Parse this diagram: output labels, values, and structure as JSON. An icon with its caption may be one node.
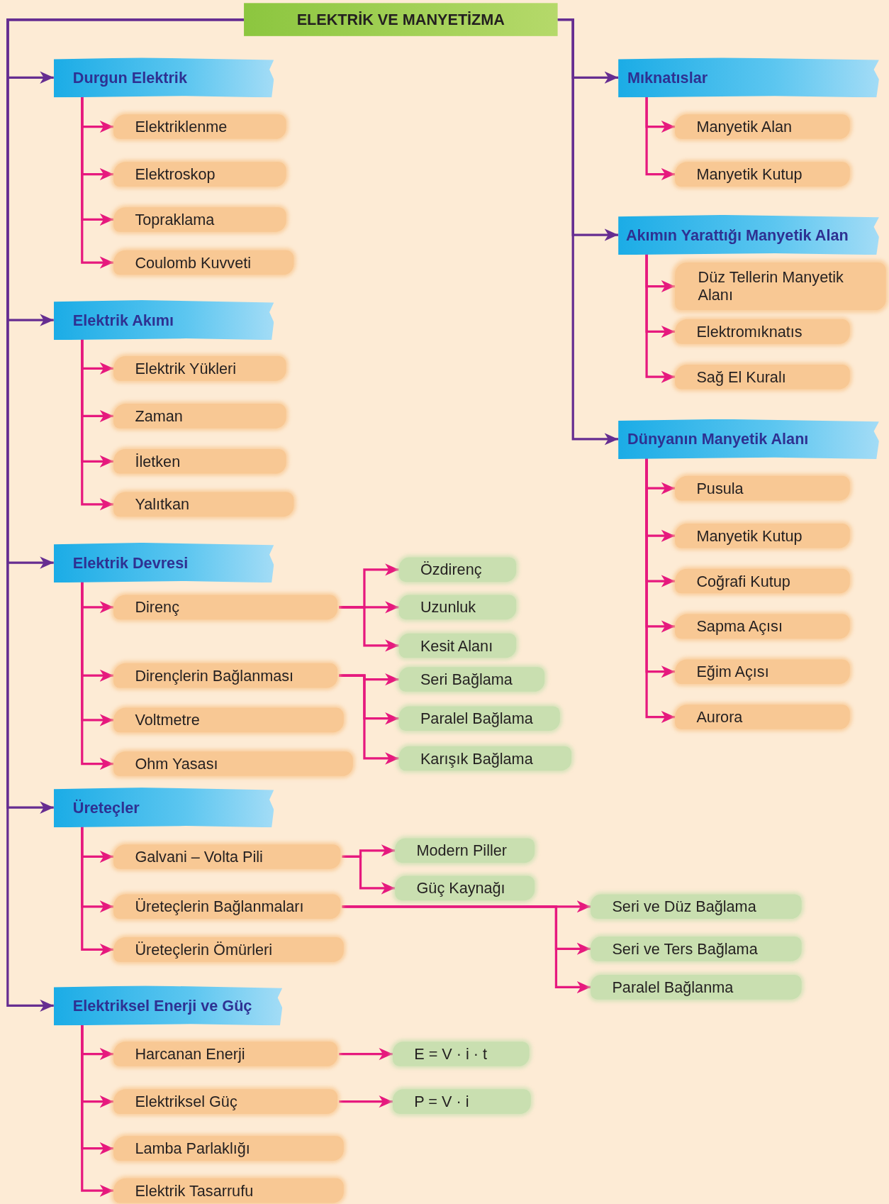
{
  "diagram": {
    "nodes": [
      {
        "text": [
          "ELEKTRİK VE MANYETİZMA"
        ]
      },
      {
        "text": [
          "Durgun Elektrik"
        ]
      },
      {
        "text": [
          "Elektriklenme"
        ]
      },
      {
        "text": [
          "Elektroskop"
        ]
      },
      {
        "text": [
          "Topraklama"
        ]
      },
      {
        "text": [
          "Coulomb Kuvveti"
        ]
      },
      {
        "text": [
          "Elektrik Akımı"
        ]
      },
      {
        "text": [
          "Elektrik Yükleri"
        ]
      },
      {
        "text": [
          "Zaman"
        ]
      },
      {
        "text": [
          "İletken"
        ]
      },
      {
        "text": [
          "Yalıtkan"
        ]
      },
      {
        "text": [
          "Elektrik Devresi"
        ]
      },
      {
        "text": [
          "Direnç"
        ]
      },
      {
        "text": [
          "Özdirenç"
        ]
      },
      {
        "text": [
          "Uzunluk"
        ]
      },
      {
        "text": [
          "Kesit Alanı"
        ]
      },
      {
        "text": [
          "Dirençlerin Bağlanması"
        ]
      },
      {
        "text": [
          "Seri Bağlama"
        ]
      },
      {
        "text": [
          "Paralel Bağlama"
        ]
      },
      {
        "text": [
          "Karışık Bağlama"
        ]
      },
      {
        "text": [
          "Voltmetre"
        ]
      },
      {
        "text": [
          "Ohm Yasası"
        ]
      },
      {
        "text": [
          "Üreteçler"
        ]
      },
      {
        "text": [
          "Galvani – Volta Pili"
        ]
      },
      {
        "text": [
          "Modern Piller"
        ]
      },
      {
        "text": [
          "Güç Kaynağı"
        ]
      },
      {
        "text": [
          "Üreteçlerin Bağlanmaları"
        ]
      },
      {
        "text": [
          "Seri ve Düz Bağlama"
        ]
      },
      {
        "text": [
          "Seri ve Ters Bağlama"
        ]
      },
      {
        "text": [
          "Paralel Bağlanma"
        ]
      },
      {
        "text": [
          "Üreteçlerin Ömürleri"
        ]
      },
      {
        "text": [
          "Elektriksel Enerji ve Güç"
        ]
      },
      {
        "text": [
          "Harcanan Enerji"
        ]
      },
      {
        "text": [
          "E = V · i · t"
        ]
      },
      {
        "text": [
          "Elektriksel Güç"
        ]
      },
      {
        "text": [
          "P = V · i"
        ]
      },
      {
        "text": [
          "Lamba Parlaklığı"
        ]
      },
      {
        "text": [
          "Elektrik Tasarrufu"
        ]
      },
      {
        "text": [
          "Mıknatıslar"
        ]
      },
      {
        "text": [
          "Manyetik Alan"
        ]
      },
      {
        "text": [
          "Manyetik Kutup"
        ]
      },
      {
        "text": [
          "Akımın Yarattığı Manyetik Alan"
        ]
      },
      {
        "text": [
          "Düz Tellerin Manyetik Alanı"
        ]
      },
      {
        "text": [
          "Elektromıknatıs"
        ]
      },
      {
        "text": [
          "Sağ El Kuralı"
        ]
      },
      {
        "text": [
          "Dünyanın Manyetik Alanı"
        ]
      },
      {
        "text": [
          "Pusula"
        ]
      },
      {
        "text": [
          "Manyetik Kutup"
        ]
      },
      {
        "text": [
          "Coğrafi Kutup"
        ]
      },
      {
        "text": [
          "Sapma Açısı"
        ]
      },
      {
        "text": [
          "Eğim Açısı"
        ]
      },
      {
        "text": [
          "Aurora"
        ]
      }
    ],
    "edges": [
      {
        "from": 0,
        "to": 1,
        "arrow": "to",
        "color": "#662d91"
      },
      {
        "from": 0,
        "to": 6,
        "arrow": "to",
        "color": "#662d91"
      },
      {
        "from": 0,
        "to": 11,
        "arrow": "to",
        "color": "#662d91"
      },
      {
        "from": 0,
        "to": 22,
        "arrow": "to",
        "color": "#662d91"
      },
      {
        "from": 0,
        "to": 31,
        "arrow": "to",
        "color": "#662d91"
      },
      {
        "from": 0,
        "to": 38,
        "arrow": "to",
        "color": "#662d91"
      },
      {
        "from": 0,
        "to": 41,
        "arrow": "to",
        "color": "#662d91"
      },
      {
        "from": 0,
        "to": 45,
        "arrow": "to",
        "color": "#662d91"
      },
      {
        "from": 1,
        "to": 2,
        "arrow": "to"
      },
      {
        "from": 1,
        "to": 3,
        "arrow": "to"
      },
      {
        "from": 1,
        "to": 4,
        "arrow": "to"
      },
      {
        "from": 1,
        "to": 5,
        "arrow": "to"
      },
      {
        "from": 6,
        "to": 7,
        "arrow": "to"
      },
      {
        "from": 6,
        "to": 8,
        "arrow": "to"
      },
      {
        "from": 6,
        "to": 9,
        "arrow": "to"
      },
      {
        "from": 6,
        "to": 10,
        "arrow": "to"
      },
      {
        "from": 11,
        "to": 12,
        "arrow": "to"
      },
      {
        "from": 12,
        "to": 13,
        "arrow": "to"
      },
      {
        "from": 12,
        "to": 14,
        "arrow": "to"
      },
      {
        "from": 12,
        "to": 15,
        "arrow": "to"
      },
      {
        "from": 11,
        "to": 16,
        "arrow": "to"
      },
      {
        "from": 16,
        "to": 17,
        "arrow": "to"
      },
      {
        "from": 16,
        "to": 18,
        "arrow": "to"
      },
      {
        "from": 16,
        "to": 19,
        "arrow": "to"
      },
      {
        "from": 11,
        "to": 20,
        "arrow": "to"
      },
      {
        "from": 11,
        "to": 21,
        "arrow": "to"
      },
      {
        "from": 22,
        "to": 23,
        "arrow": "to"
      },
      {
        "from": 23,
        "to": 24,
        "arrow": "to"
      },
      {
        "from": 23,
        "to": 25,
        "arrow": "to"
      },
      {
        "from": 22,
        "to": 26,
        "arrow": "to"
      },
      {
        "from": 26,
        "to": 27,
        "arrow": "to"
      },
      {
        "from": 26,
        "to": 28,
        "arrow": "to"
      },
      {
        "from": 26,
        "to": 29,
        "arrow": "to"
      },
      {
        "from": 22,
        "to": 30,
        "arrow": "to"
      },
      {
        "from": 31,
        "to": 32,
        "arrow": "to"
      },
      {
        "from": 32,
        "to": 33,
        "arrow": "to"
      },
      {
        "from": 31,
        "to": 34,
        "arrow": "to"
      },
      {
        "from": 34,
        "to": 35,
        "arrow": "to"
      },
      {
        "from": 31,
        "to": 36,
        "arrow": "to"
      },
      {
        "from": 31,
        "to": 37,
        "arrow": "to"
      },
      {
        "from": 38,
        "to": 39,
        "arrow": "to"
      },
      {
        "from": 38,
        "to": 40,
        "arrow": "to"
      },
      {
        "from": 41,
        "to": 42,
        "arrow": "to"
      },
      {
        "from": 41,
        "to": 43,
        "arrow": "to"
      },
      {
        "from": 41,
        "to": 44,
        "arrow": "to"
      },
      {
        "from": 45,
        "to": 46,
        "arrow": "to"
      },
      {
        "from": 45,
        "to": 47,
        "arrow": "to"
      },
      {
        "from": 45,
        "to": 48,
        "arrow": "to"
      },
      {
        "from": 45,
        "to": 49,
        "arrow": "to"
      },
      {
        "from": 45,
        "to": 50,
        "arrow": "to"
      },
      {
        "from": 45,
        "to": 51,
        "arrow": "to"
      }
    ]
  }
}
